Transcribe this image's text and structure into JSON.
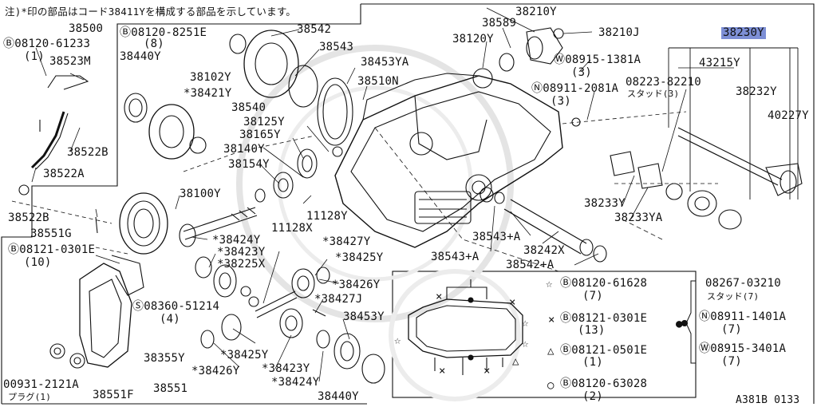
{
  "note": "注)*印の部品はコード38411Yを構成する部品を示しています。",
  "diagram_code": "A381B 0133",
  "highlight_part": "38230Y",
  "parts": {
    "p38500": "38500",
    "p38542": "38542",
    "p08120_8251E": "Ⓑ08120-8251E",
    "p8": "(8)",
    "p38440Y_top": "38440Y",
    "p38102Y": "38102Y",
    "p38421Y": "*38421Y",
    "p38540": "38540",
    "p38543": "38543",
    "p38453YA": "38453YA",
    "p38510N": "38510N",
    "p38125Y": "38125Y",
    "p38165Y": "38165Y",
    "p38140Y": "38140Y",
    "p38154Y": "38154Y",
    "p38100Y": "38100Y",
    "p11128X": "11128X",
    "p11128Y": "11128Y",
    "p38120Y": "38120Y",
    "p38589": "38589",
    "p38210Y": "38210Y",
    "p38210J": "38210J",
    "p08915_1381A": "Ⓦ08915-1381A",
    "p3a": "(3)",
    "p08911_2081A": "Ⓝ08911-2081A",
    "p3b": "(3)",
    "p43215Y": "43215Y",
    "p08223_82210": "08223-82210",
    "stud3": "スタッド(3)",
    "p38232Y": "38232Y",
    "p40227Y": "40227Y",
    "p38233Y": "38233Y",
    "p38233YA": "38233YA",
    "p38543A_1": "38543+A",
    "p38543A_2": "38543+A",
    "p38242X": "38242X",
    "p38542A": "38542+A",
    "p08120_61233": "Ⓑ08120-61233",
    "p1a": "(1)",
    "p38523M": "38523M",
    "p38522B_1": "38522B",
    "p38522A": "38522A",
    "p38522B_2": "38522B",
    "p38551G": "38551G",
    "p08121_0301E": "Ⓑ08121-0301E",
    "p10": "(10)",
    "p38424Y_1": "*38424Y",
    "p38423Y_1": "*38423Y",
    "p38225X": "*38225X",
    "p38427Y": "*38427Y",
    "p38425Y_1": "*38425Y",
    "p38426Y_1": "*38426Y",
    "p38427J": "*38427J",
    "p08360_51214": "Ⓢ08360-51214",
    "p4": "(4)",
    "p38453Y": "38453Y",
    "p38425Y_2": "*38425Y",
    "p38355Y": "38355Y",
    "p38426Y_2": "*38426Y",
    "p38423Y_2": "*38423Y",
    "p00931_2121A": "00931-2121A",
    "plug1": "プラグ(1)",
    "p38551F": "38551F",
    "p38551": "38551",
    "p38424Y_2": "*38424Y",
    "p38440Y_bot": "38440Y"
  },
  "legend": {
    "star_code": "Ⓑ08120-61628",
    "star_qty": "(7)",
    "x_code": "Ⓑ08121-0301E",
    "x_qty": "(13)",
    "tri_code": "Ⓑ08121-0501E",
    "tri_qty": "(1)",
    "circ_code": "Ⓑ08120-63028",
    "circ_qty": "(2)",
    "r1_code": "08267-03210",
    "r1_qty": "スタッド(7)",
    "r2_code": "Ⓝ08911-1401A",
    "r2_qty": "(7)",
    "r3_code": "Ⓦ08915-3401A",
    "r3_qty": "(7)"
  },
  "symbols": {
    "star": "☆",
    "cross": "×",
    "triangle": "△",
    "circle": "○",
    "dot": "●"
  }
}
